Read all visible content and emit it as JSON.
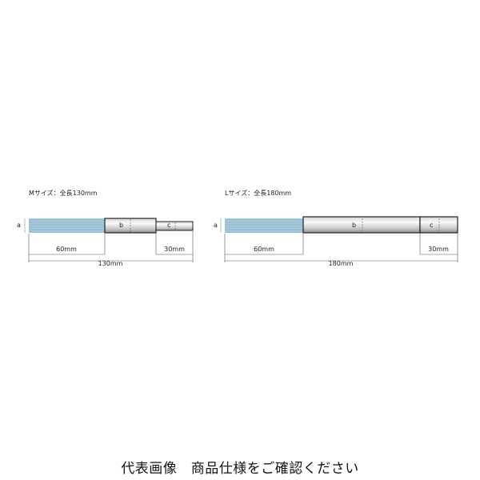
{
  "diagrams": [
    {
      "title": "Mサイズ：全長130mm",
      "label_a": "a",
      "label_b": "b",
      "label_c": "c",
      "dim_bristle": "60mm",
      "dim_tip": "30mm",
      "dim_total": "130mm"
    },
    {
      "title": "Lサイズ：全長180mm",
      "label_a": "a",
      "label_b": "b",
      "label_c": "c",
      "dim_bristle": "60mm",
      "dim_tip": "30mm",
      "dim_total": "180mm"
    }
  ],
  "caption": "代表画像　商品仕様をご確認ください",
  "colors": {
    "bristle": "#9dc3d8",
    "bristle_line": "#6f9fbd",
    "shaft_light": "#f4f4f4",
    "shaft_dark": "#9a9a9a",
    "outline": "#222222"
  }
}
